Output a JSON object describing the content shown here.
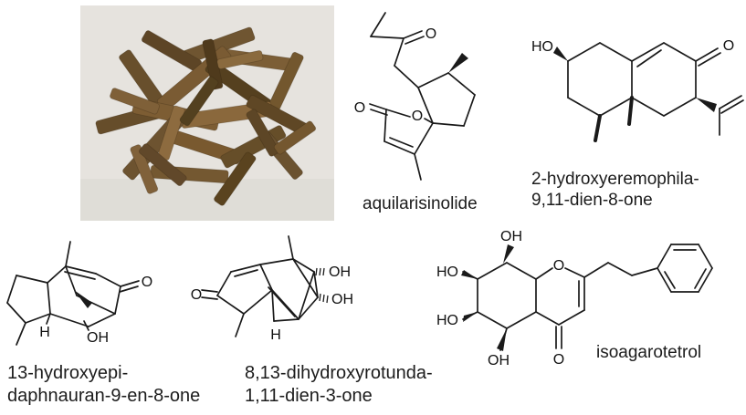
{
  "figure": {
    "photo_name": "agarwood-chips-photo"
  },
  "compounds": {
    "aquilarisinolide": {
      "caption": "aquilarisinolide",
      "atoms": {
        "chain_o": "O",
        "lactone_exo_o": "O",
        "ring_o": "O"
      }
    },
    "eremophilanone": {
      "caption_line1": "2-hydroxyeremophila-",
      "caption_line2": "9,11-dien-8-one",
      "atoms": {
        "ho": "HO",
        "ketone_o": "O"
      }
    },
    "daphnauranone": {
      "caption_line1": "13-hydroxyepi-",
      "caption_line2": "daphnauran-9-en-8-one",
      "atoms": {
        "ketone_o": "O",
        "oh": "OH",
        "h": "H"
      }
    },
    "rotundanone": {
      "caption_line1": "8,13-dihydroxyrotunda-",
      "caption_line2": "1,11-dien-3-one",
      "atoms": {
        "ketone_o": "O",
        "oh_upper": "OH",
        "oh_lower": "OH",
        "h": "H"
      }
    },
    "isoagarotetrol": {
      "caption": "isoagarotetrol",
      "atoms": {
        "oh_top": "OH",
        "ho_upper": "HO",
        "ho_lower": "HO",
        "oh_bottom": "OH",
        "ring_o": "O",
        "ketone_o": "O"
      }
    }
  }
}
